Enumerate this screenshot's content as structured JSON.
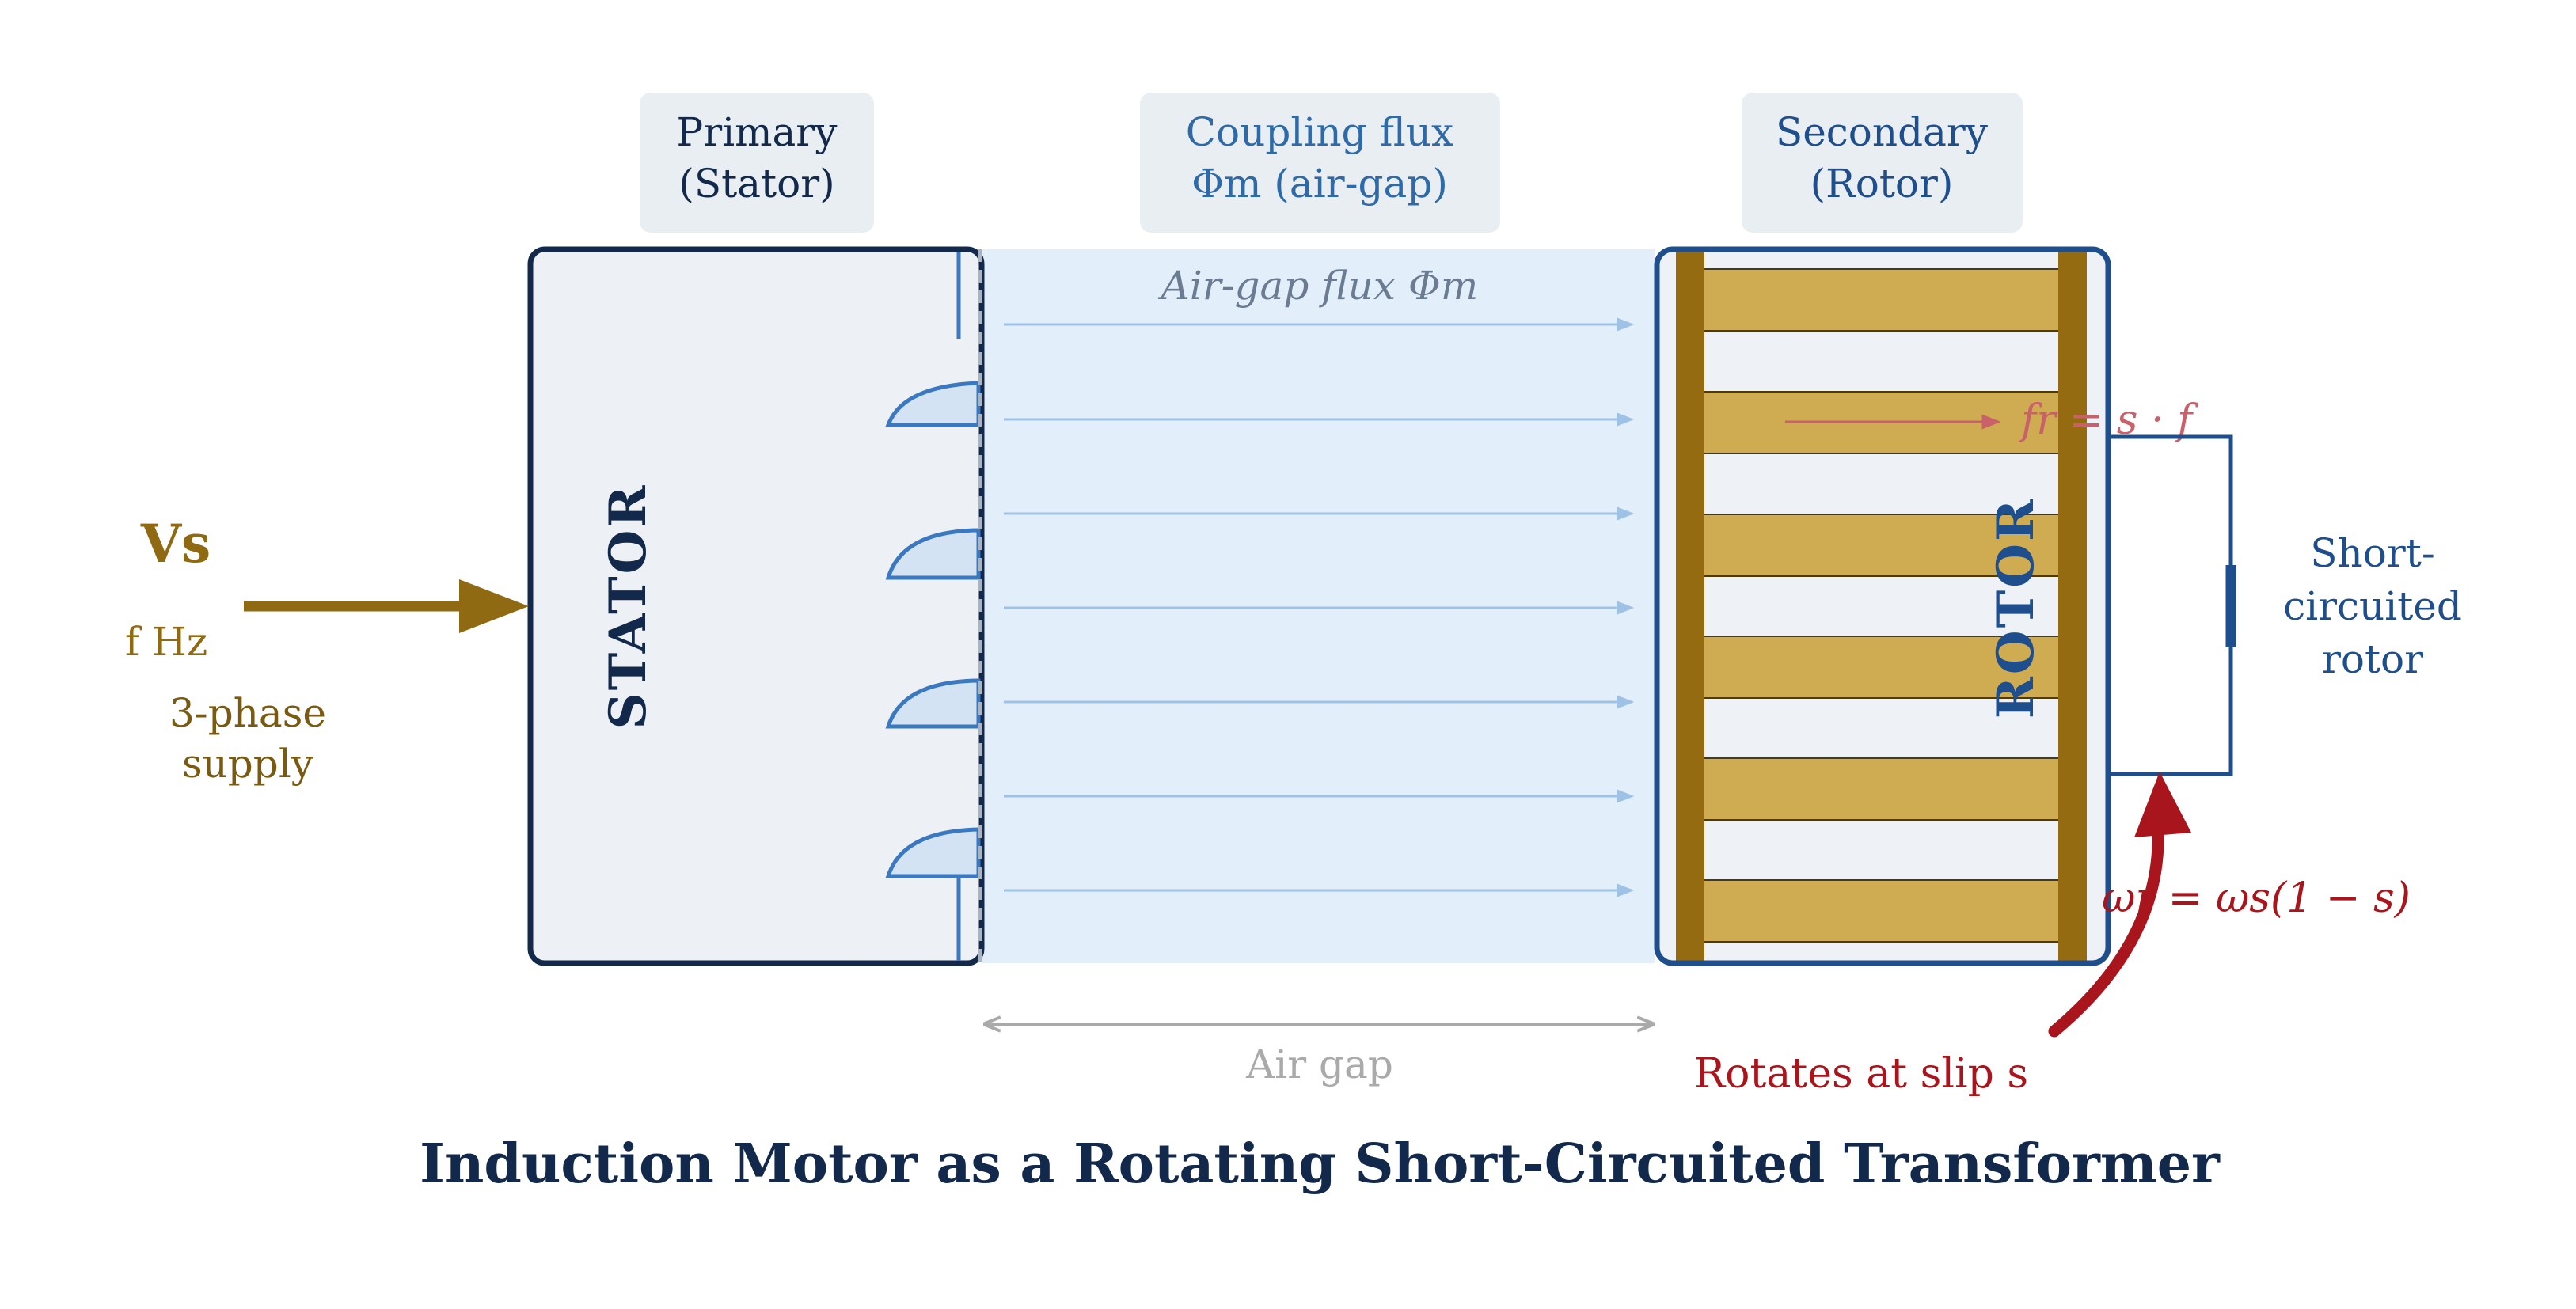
{
  "header_boxes": {
    "primary": {
      "line1": "Primary",
      "line2": "(Stator)"
    },
    "coupling": {
      "line1": "Coupling flux",
      "line2": "Φm (air-gap)"
    },
    "secondary": {
      "line1": "Secondary",
      "line2": "(Rotor)"
    }
  },
  "supply": {
    "voltage": "Vs",
    "frequency": "f Hz",
    "type_line1": "3-phase",
    "type_line2": "supply"
  },
  "stator": {
    "label": "STATOR"
  },
  "rotor": {
    "label": "ROTOR"
  },
  "air_gap": {
    "flux_label": "Air-gap flux Φm",
    "gap_label": "Air gap"
  },
  "rotor_frequency": "fr = s · f",
  "short_circuit": {
    "line1": "Short-",
    "line2": "circuited",
    "line3": "rotor"
  },
  "rotor_speed": "ωr = ωs(1 − s)",
  "slip_label": "Rotates at slip s",
  "title": "Induction Motor as a Rotating Short-Circuited Transformer",
  "colors": {
    "navy": "#13294b",
    "blue": "#1f4e8c",
    "flux_blue": "#9ec2e6",
    "air_gap_fill": "#e3eefb",
    "header_box": "#e9eef3",
    "gold": "#8f6a12",
    "bar_gold": "#cfab52",
    "end_ring": "#946b10",
    "red": "#a8151d",
    "gray": "#aaaaaa"
  }
}
